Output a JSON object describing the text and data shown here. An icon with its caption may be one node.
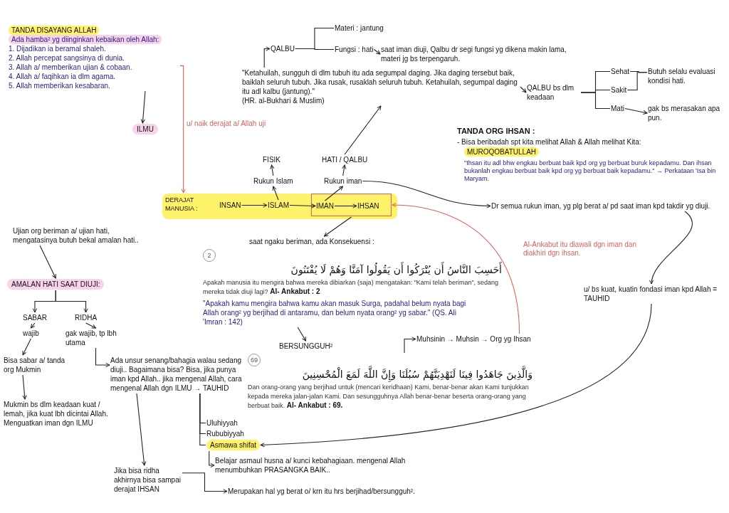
{
  "diagram": {
    "nodes": [
      {
        "text": [
          "TANDA DISAYANG ALLAH",
          "Ada hamba² yg diinginkan kebaikan oleh Allah:",
          "1. Dijadikan ia beramal shaleh.",
          "2. Allah percepat sangsinya di dunia.",
          "3. Allah a/ memberikan ujian & cobaan.",
          "4. Allah a/ faqihkan ia dlm agama.",
          "5. Allah memberikan kesabaran."
        ]
      },
      {
        "text": [
          "ILMU"
        ]
      },
      {
        "text": [
          "DERAJAT MANUSIA :"
        ]
      },
      {
        "text": [
          "INSAN"
        ],
        "in": 2
      },
      {
        "text": [
          "ISLAM"
        ],
        "in": 2
      },
      {
        "text": [],
        "shape": "box",
        "in": 2
      },
      {
        "text": [
          "IMAN"
        ],
        "in": 5
      },
      {
        "text": [
          "IHSAN"
        ],
        "in": 5
      },
      {
        "text": [
          "Rukun Islam"
        ]
      },
      {
        "text": [
          "FISIK"
        ]
      },
      {
        "text": [
          "Rukun iman"
        ]
      },
      {
        "text": [
          "HATI / QALBU"
        ]
      },
      {
        "text": [
          "\"Ketahuilah, sungguh di dlm tubuh itu ada segumpal daging. Jika daging tersebut baik, baiklah seluruh tubuh. Jika rusak, rusaklah seluruh tubuh. Ketahuilah, segumpal daging itu adl kalbu (jantung).\"",
          "(HR. al-Bukhari & Muslim)"
        ]
      },
      {
        "text": [
          "QALBU"
        ]
      },
      {
        "text": [
          "Materi : jantung"
        ]
      },
      {
        "text": [
          "Fungsi : hati"
        ]
      },
      {
        "text": [
          "saat iman diuji, Qalbu dr segi fungsi yg dikena makin lama, materi jg bs terpengaruh."
        ]
      },
      {
        "text": [
          "QALBU bs dlm keadaan"
        ]
      },
      {
        "text": [
          "Sehat"
        ]
      },
      {
        "text": [
          "Sakit"
        ]
      },
      {
        "text": [
          "Mati"
        ]
      },
      {
        "text": [
          "Butuh selalu evaluasi kondisi hati."
        ]
      },
      {
        "text": [
          "gak bs merasakan apa pun."
        ]
      },
      {
        "text": [
          "Dr semua rukun iman, yg plg berat a/ pd saat iman kpd takdir yg diuji."
        ]
      },
      {
        "text": [
          "u/ bs kuat, kuatin fondasi iman kpd Allah = TAUHID"
        ]
      },
      {
        "text": [
          "saat ngaku beriman, ada Konsekuensi :"
        ]
      },
      {
        "text": [
          "2",
          "أَحَسِبَ النَّاسُ أَن يُتْرَكُوا أَن يَقُولُوا آمَنَّا وَهُمْ لَا يُفْتَنُونَ",
          "Apakah manusia itu mengira bahwa mereka dibiarkan (saja) mengatakan: \"Kami telah beriman\", sedang mereka tidak diuji lagi?",
          "Al- Ankabut : 2"
        ]
      },
      {
        "text": [
          "\"Apakah kamu mengira bahwa kamu akan masuk Surga, padahal belum nyata bagi Allah orang² yg berjihad di antaramu, dan belum nyata orang² yg sabar.\" (QS. Ali 'Imran : 142)"
        ]
      },
      {
        "text": [
          "BERSUNGGUH²"
        ]
      },
      {
        "text": [
          "69",
          "وَالَّذِينَ جَاهَدُوا فِينَا لَنَهْدِيَنَّهُمْ سُبُلَنَا وَإِنَّ اللَّهَ لَمَعَ الْمُحْسِنِينَ",
          "Dan orang-orang yang berjihad untuk (mencari keridhaan) Kami, benar-benar akan Kami tunjukkan kepada mereka jalan-jalan Kami. Dan sesungguhnya Allah benar-benar beserta orang-orang yang berbuat baik.",
          "Al- Ankabut : 69."
        ]
      },
      {
        "text": [
          "Muhsinin → Muhsin → Org yg Ihsan"
        ]
      },
      {
        "text": [
          "Ujian org beriman a/ ujian hati, mengatasinya butuh bekal amalan hati.."
        ]
      },
      {
        "text": [
          "AMALAN HATI SAAT DIUJI:"
        ]
      },
      {
        "text": [
          "SABAR"
        ]
      },
      {
        "text": [
          "RIDHA"
        ]
      },
      {
        "text": [
          "wajib"
        ]
      },
      {
        "text": [
          "gak wajib, tp lbh utama"
        ]
      },
      {
        "text": [
          "Bisa sabar a/ tanda org Mukmin"
        ]
      },
      {
        "text": [
          "Mukmin bs dlm keadaan kuat / lemah, jika kuat lbh dicintai Allah.",
          "Menguatkan iman dgn ILMU"
        ]
      },
      {
        "text": [
          "Ada unsur senang/bahagia walau sedang diuji.. Bagaimana bisa? Bisa, jika punya iman kpd Allah.. jika mengenal Allah, cara mengenal Allah dgn ILMU → TAUHID"
        ]
      },
      {
        "text": [
          "Uluhiyyah"
        ]
      },
      {
        "text": [
          "Rububiyyah"
        ]
      },
      {
        "text": [
          "Asmawa shifat"
        ]
      },
      {
        "text": [
          "Belajar asmaul husna a/ kunci kebahagiaan. mengenal Allah menumbuhkan PRASANGKA BAIK.."
        ]
      },
      {
        "text": [
          "Jika bisa ridha akhirnya bisa sampai derajat IHSAN"
        ]
      },
      {
        "text": [
          "Merupakan hal yg berat o/ krn itu hrs berjihad/bersungguh²."
        ]
      }
    ],
    "edges": [
      {
        "from": 0,
        "to": 1,
        "arrow": "to"
      },
      {
        "from": 0,
        "to": 2,
        "arrow": "to",
        "label": "u/ naik derajat a/ Allah uji",
        "color": "#e0605a"
      },
      {
        "from": 3,
        "to": 4,
        "arrow": "to"
      },
      {
        "from": 4,
        "to": 6,
        "arrow": "to"
      },
      {
        "from": 6,
        "to": 7,
        "arrow": "to"
      },
      {
        "from": 4,
        "to": 8,
        "arrow": "to"
      },
      {
        "from": 8,
        "to": 9,
        "arrow": "to"
      },
      {
        "from": 6,
        "to": 10,
        "arrow": "to"
      },
      {
        "from": 10,
        "to": 11,
        "arrow": "to"
      },
      {
        "from": 11,
        "to": 12,
        "arrow": "to"
      },
      {
        "from": 12,
        "to": 13,
        "arrow": "to"
      },
      {
        "from": 13,
        "to": 14,
        "arrow": "none"
      },
      {
        "from": 13,
        "to": 15,
        "arrow": "none"
      },
      {
        "from": 15,
        "to": 16,
        "arrow": "to"
      },
      {
        "from": 12,
        "to": 17,
        "arrow": "to"
      },
      {
        "from": 17,
        "to": 18,
        "arrow": "none"
      },
      {
        "from": 17,
        "to": 19,
        "arrow": "none"
      },
      {
        "from": 17,
        "to": 20,
        "arrow": "none"
      },
      {
        "from": 18,
        "to": 21,
        "arrow": "none"
      },
      {
        "from": 19,
        "to": 21,
        "arrow": "none"
      },
      {
        "from": 20,
        "to": 22,
        "arrow": "to"
      },
      {
        "from": 10,
        "to": 23,
        "arrow": "to"
      },
      {
        "from": 23,
        "to": 24,
        "arrow": "to"
      },
      {
        "from": 24,
        "to": 42,
        "arrow": "to"
      },
      {
        "from": 5,
        "to": 25,
        "arrow": "to"
      },
      {
        "from": 27,
        "to": 28,
        "arrow": "to"
      },
      {
        "from": 29,
        "to": 30,
        "arrow": "to"
      },
      {
        "from": 30,
        "to": 5,
        "arrow": "to",
        "label": "Al-Ankabut itu diawali dgn iman dan diakhiri dgn ihsan.",
        "color": "#e0605a"
      },
      {
        "from": 31,
        "to": 32,
        "arrow": "to"
      },
      {
        "from": 32,
        "to": 33,
        "arrow": "to"
      },
      {
        "from": 32,
        "to": 34,
        "arrow": "to"
      },
      {
        "from": 33,
        "to": 35,
        "arrow": "to"
      },
      {
        "from": 34,
        "to": 36,
        "arrow": "to"
      },
      {
        "from": 35,
        "to": 37,
        "arrow": "to"
      },
      {
        "from": 37,
        "to": 38,
        "arrow": "to"
      },
      {
        "from": 36,
        "to": 39,
        "arrow": "to"
      },
      {
        "from": 39,
        "to": 40,
        "arrow": "none"
      },
      {
        "from": 39,
        "to": 41,
        "arrow": "none"
      },
      {
        "from": 39,
        "to": 42,
        "arrow": "none"
      },
      {
        "from": 42,
        "to": 43,
        "arrow": "to"
      },
      {
        "from": 39,
        "to": 44,
        "arrow": "to"
      },
      {
        "from": 44,
        "to": 45,
        "arrow": "to"
      }
    ],
    "labels": [
      "TANDA ORG IHSAN :",
      "- Bisa beribadah spt kita melihat Allah & Allah melihat Kita:",
      "MUROQOBATULLAH",
      "\"Ihsan itu adl bhw engkau berbuat baik kpd org yg berbuat buruk kepadamu. Dan ihsan bukanlah engkau berbuat baik kpd org yg berbuat baik kepadamu.\" → Perkataan 'Isa bin Maryam."
    ]
  }
}
